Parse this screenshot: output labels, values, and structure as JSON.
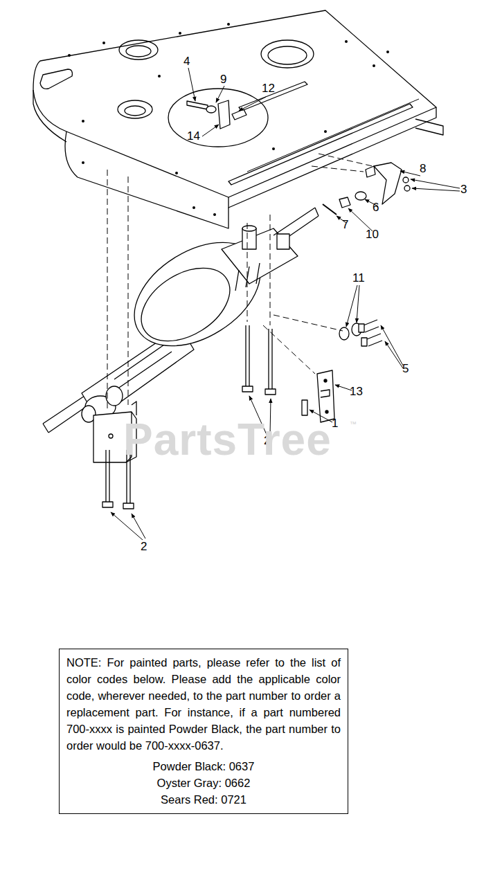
{
  "diagram": {
    "nodes": [
      {
        "text": [
          "NOTE: For painted parts, please refer to the list of color codes below. Please add the applicable color code, wherever needed, to the part number to order a replacement part. For instance, if a part numbered 700-xxxx is painted Powder Black, the part number to order would be 700-xxxx-0637.",
          "Powder Black: 0637",
          "Oyster Gray: 0662",
          "Sears Red: 0721"
        ]
      }
    ],
    "labels": [
      "4",
      "9",
      "12",
      "14",
      "8",
      "3",
      "6",
      "7",
      "10",
      "11",
      "5",
      "13",
      "1",
      "2",
      "2",
      "PartsTree",
      "™"
    ]
  }
}
